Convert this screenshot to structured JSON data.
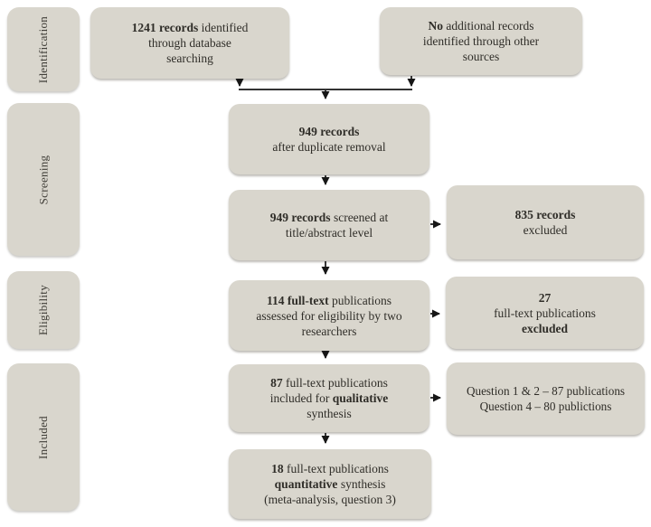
{
  "figure": {
    "type": "prisma-flow-diagram",
    "stages": [
      {
        "label": "Identification"
      },
      {
        "label": "Screening"
      },
      {
        "label": "Eligibility"
      },
      {
        "label": "Included"
      }
    ],
    "boxes": {
      "identified": {
        "lines": [
          [
            {
              "t": "1241 records",
              "b": 1
            },
            {
              "t": " identified",
              "b": 0
            }
          ],
          [
            {
              "t": "through database",
              "b": 0
            }
          ],
          [
            {
              "t": "searching",
              "b": 0
            }
          ]
        ]
      },
      "additional": {
        "lines": [
          [
            {
              "t": "No",
              "b": 1
            },
            {
              "t": " additional records",
              "b": 0
            }
          ],
          [
            {
              "t": "identified through other",
              "b": 0
            }
          ],
          [
            {
              "t": "sources",
              "b": 0
            }
          ]
        ]
      },
      "deduplicated": {
        "lines": [
          [
            {
              "t": "949 records",
              "b": 1
            }
          ],
          [
            {
              "t": "after duplicate removal",
              "b": 0
            }
          ]
        ]
      },
      "screened": {
        "lines": [
          [
            {
              "t": "949 records",
              "b": 1
            },
            {
              "t": " screened at",
              "b": 0
            }
          ],
          [
            {
              "t": "title/abstract level",
              "b": 0
            }
          ]
        ]
      },
      "records_excluded": {
        "lines": [
          [
            {
              "t": "835 records",
              "b": 1
            }
          ],
          [
            {
              "t": "excluded",
              "b": 0
            }
          ]
        ]
      },
      "assessed": {
        "lines": [
          [
            {
              "t": "114 full-text",
              "b": 1
            },
            {
              "t": " publications",
              "b": 0
            }
          ],
          [
            {
              "t": "assessed for eligibility by two",
              "b": 0
            }
          ],
          [
            {
              "t": "researchers",
              "b": 0
            }
          ]
        ]
      },
      "fulltext_excluded": {
        "lines": [
          [
            {
              "t": "27",
              "b": 1
            }
          ],
          [
            {
              "t": "full-text publications",
              "b": 0
            }
          ],
          [
            {
              "t": "excluded",
              "b": 1
            }
          ]
        ]
      },
      "qualitative": {
        "lines": [
          [
            {
              "t": "87",
              "b": 1
            },
            {
              "t": " full-text publications",
              "b": 0
            }
          ],
          [
            {
              "t": "included for ",
              "b": 0
            },
            {
              "t": "qualitative",
              "b": 1
            }
          ],
          [
            {
              "t": "synthesis",
              "b": 0
            }
          ]
        ]
      },
      "questions": {
        "lines": [
          [
            {
              "t": "Question 1 & 2 – 87 publications",
              "b": 0
            }
          ],
          [
            {
              "t": "Question 4 – 80 publictions",
              "b": 0
            }
          ]
        ]
      },
      "quantitative": {
        "lines": [
          [
            {
              "t": "18",
              "b": 1
            },
            {
              "t": " full-text publications",
              "b": 0
            }
          ],
          [
            {
              "t": "quantitative",
              "b": 1
            },
            {
              "t": " synthesis",
              "b": 0
            }
          ],
          [
            {
              "t": "(meta-analysis, question 3)",
              "b": 0
            }
          ]
        ]
      }
    },
    "colors": {
      "box_fill": "#d9d6cd",
      "text": "#2f2d28",
      "arrow": "#161616",
      "background": "#ffffff"
    }
  }
}
